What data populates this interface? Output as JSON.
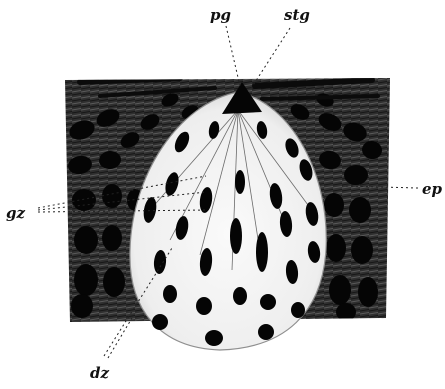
{
  "figure": {
    "labels": {
      "pg": "pg",
      "stg": "stg",
      "gz": "gz",
      "ep": "ep",
      "dz": "dz"
    },
    "colors": {
      "ink": "#111111",
      "tissue_dark": "#262626",
      "tissue_mid": "#3a3a3a",
      "bud_fill": "#f4f4f4",
      "nucleus": "#050505"
    }
  }
}
